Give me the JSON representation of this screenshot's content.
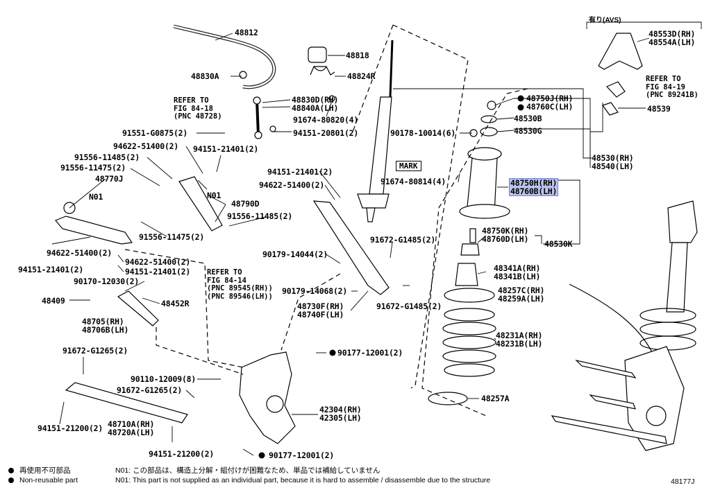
{
  "diagram": {
    "figure_number": "48177J",
    "avs_option_label": "有り(AVS)",
    "highlight_color": "#b9c4ec",
    "mark_label": "MARK",
    "refer_notes": [
      {
        "lines": [
          "REFER TO",
          "FIG 84-18",
          "(PNC 48728)"
        ]
      },
      {
        "lines": [
          "REFER TO",
          "FIG 84-14",
          "(PNC 89545(RH))",
          "(PNC 89546(LH))"
        ]
      },
      {
        "lines": [
          "REFER TO",
          "FIG 84-19",
          "(PNC 89241B)"
        ]
      }
    ],
    "parts": [
      {
        "id": "p48812",
        "text": [
          "48812"
        ]
      },
      {
        "id": "p48818",
        "text": [
          "48818"
        ]
      },
      {
        "id": "p48830A",
        "text": [
          "48830A"
        ]
      },
      {
        "id": "p48824R",
        "text": [
          "48824R"
        ]
      },
      {
        "id": "p48830D",
        "text": [
          "48830D(RH)",
          "48840A(LH)"
        ]
      },
      {
        "id": "p91674_80820",
        "text": [
          "91674-80820(4)"
        ]
      },
      {
        "id": "p91551_G0875",
        "text": [
          "91551-G0875(2)"
        ]
      },
      {
        "id": "p94151_20801",
        "text": [
          "94151-20801(2)"
        ]
      },
      {
        "id": "p94622_51400a",
        "text": [
          "94622-51400(2)"
        ]
      },
      {
        "id": "p94151_21401a",
        "text": [
          "94151-21401(2)"
        ]
      },
      {
        "id": "p91556_11485a",
        "text": [
          "91556-11485(2)"
        ]
      },
      {
        "id": "p91556_11475a",
        "text": [
          "91556-11475(2)"
        ]
      },
      {
        "id": "p48770J",
        "text": [
          "48770J"
        ]
      },
      {
        "id": "pN01a",
        "text": [
          "N01"
        ]
      },
      {
        "id": "pN01b",
        "text": [
          "N01"
        ]
      },
      {
        "id": "p48790D",
        "text": [
          "48790D"
        ]
      },
      {
        "id": "p91556_11485b",
        "text": [
          "91556-11485(2)"
        ]
      },
      {
        "id": "p91556_11475b",
        "text": [
          "91556-11475(2)"
        ]
      },
      {
        "id": "p94622_51400b",
        "text": [
          "94622-51400(2)"
        ]
      },
      {
        "id": "p94151_21401b",
        "text": [
          "94151-21401(2)"
        ]
      },
      {
        "id": "p94622_51400c",
        "text": [
          "94622-51400(2)"
        ]
      },
      {
        "id": "p94151_21401c",
        "text": [
          "94151-21401(2)"
        ]
      },
      {
        "id": "p90170_12030",
        "text": [
          "90170-12030(2)"
        ]
      },
      {
        "id": "p48409",
        "text": [
          "48409"
        ]
      },
      {
        "id": "p48452R",
        "text": [
          "48452R"
        ]
      },
      {
        "id": "p48705",
        "text": [
          "48705(RH)",
          "48706B(LH)"
        ]
      },
      {
        "id": "p94151_21401d",
        "text": [
          "94151-21401(2)"
        ]
      },
      {
        "id": "p94622_51400d",
        "text": [
          "94622-51400(2)"
        ]
      },
      {
        "id": "p91674_80814",
        "text": [
          "91674-80814(4)"
        ]
      },
      {
        "id": "p90179_14044",
        "text": [
          "90179-14044(2)"
        ]
      },
      {
        "id": "p91672_G1485a",
        "text": [
          "91672-G1485(2)"
        ]
      },
      {
        "id": "p90179_14068",
        "text": [
          "90179-14068(2)"
        ]
      },
      {
        "id": "p91672_G1485b",
        "text": [
          "91672-G1485(2)"
        ]
      },
      {
        "id": "p48730F",
        "text": [
          "48730F(RH)",
          "48740F(LH)"
        ]
      },
      {
        "id": "p90177_12001a",
        "text": [
          "90177-12001(2)"
        ]
      },
      {
        "id": "p91672_G1265a",
        "text": [
          "91672-G1265(2)"
        ]
      },
      {
        "id": "p90110_12009",
        "text": [
          "90110-12009(8)"
        ]
      },
      {
        "id": "p91672_G1265b",
        "text": [
          "91672-G1265(2)"
        ]
      },
      {
        "id": "p42304",
        "text": [
          "42304(RH)",
          "42305(LH)"
        ]
      },
      {
        "id": "p94151_21200a",
        "text": [
          "94151-21200(2)"
        ]
      },
      {
        "id": "p48710A",
        "text": [
          "48710A(RH)",
          "48720A(LH)"
        ]
      },
      {
        "id": "p94151_21200b",
        "text": [
          "94151-21200(2)"
        ]
      },
      {
        "id": "p90177_12001b",
        "text": [
          "90177-12001(2)"
        ]
      },
      {
        "id": "p48750J",
        "text": [
          "48750J(RH)",
          "48760C(LH)"
        ]
      },
      {
        "id": "p48530B",
        "text": [
          "48530B"
        ]
      },
      {
        "id": "p90178_10014",
        "text": [
          "90178-10014(6)"
        ]
      },
      {
        "id": "p48530G",
        "text": [
          "48530G"
        ]
      },
      {
        "id": "p48750H",
        "text": [
          "48750H(RH)",
          "48760B(LH)"
        ]
      },
      {
        "id": "p48530",
        "text": [
          "48530(RH)",
          "48540(LH)"
        ]
      },
      {
        "id": "p48750K",
        "text": [
          "48750K(RH)",
          "48760D(LH)"
        ]
      },
      {
        "id": "p48530K",
        "text": [
          "48530K"
        ]
      },
      {
        "id": "p48341A",
        "text": [
          "48341A(RH)",
          "48341B(LH)"
        ]
      },
      {
        "id": "p48257C",
        "text": [
          "48257C(RH)",
          "48259A(LH)"
        ]
      },
      {
        "id": "p48231A",
        "text": [
          "48231A(RH)",
          "48231B(LH)"
        ]
      },
      {
        "id": "p48257A",
        "text": [
          "48257A"
        ]
      },
      {
        "id": "p48553D",
        "text": [
          "48553D(RH)",
          "48554A(LH)"
        ]
      },
      {
        "id": "p48539",
        "text": [
          "48539"
        ]
      }
    ]
  },
  "legend": {
    "nonreusable_jp": "再使用不可部品",
    "nonreusable_en": "Non-reusable part",
    "note_jp": "N01: この部品は、構造上分解・組付けが困難なため、単品では補給していません",
    "note_en": "N01: This part is not supplied as an individual part, because it is hard to assemble / disassemble due to the structure"
  }
}
